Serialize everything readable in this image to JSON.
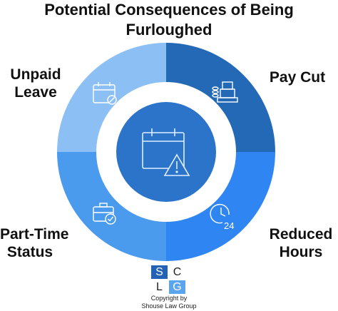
{
  "title": "Potential Consequences of Being Furloughed",
  "segments": {
    "top_left": {
      "label_line1": "Unpaid",
      "label_line2": "Leave",
      "icon": "calendar-cancel-icon",
      "color": "#8cc0f5"
    },
    "top_right": {
      "label_line1": "Pay Cut",
      "icon": "register-coins-icon",
      "color": "#2469b6"
    },
    "bottom_left": {
      "label_line1": "Part-Time",
      "label_line2": "Status",
      "icon": "briefcase-check-icon",
      "color": "#4a9bed"
    },
    "bottom_right": {
      "label_line1": "Reduced",
      "label_line2": "Hours",
      "icon": "clock-24-icon",
      "color": "#2f86f2"
    }
  },
  "center": {
    "icon": "calendar-warning-icon",
    "color": "#2c74c9"
  },
  "logo": {
    "letters": [
      "S",
      "C",
      "L",
      "G"
    ],
    "colors": [
      "#2363b5",
      "#1e1e1e",
      "#5aa5ee",
      "#1e1e1e"
    ]
  },
  "copyright": {
    "line1": "Copyright by",
    "line2": "Shouse Law Group"
  }
}
